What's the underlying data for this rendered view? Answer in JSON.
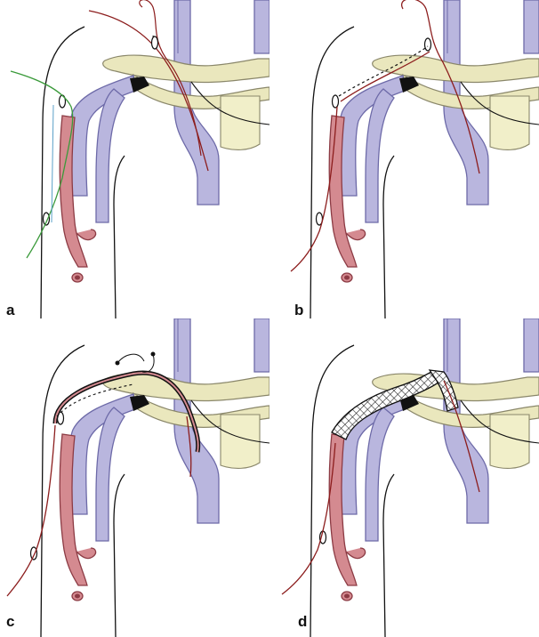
{
  "panels": [
    {
      "id": "a",
      "label": "a"
    },
    {
      "id": "b",
      "label": "b"
    },
    {
      "id": "c",
      "label": "c"
    },
    {
      "id": "d",
      "label": "d"
    }
  ],
  "colors": {
    "vein": "#b9b6de",
    "vein_stroke": "#6d6aa8",
    "artery": "#d48a90",
    "artery_stroke": "#8c3b44",
    "bone": "#eae7bd",
    "bone_stroke": "#8a876a",
    "wire_red": "#8c1d1d",
    "wire_green": "#3a9a3a",
    "outline": "#111111"
  }
}
